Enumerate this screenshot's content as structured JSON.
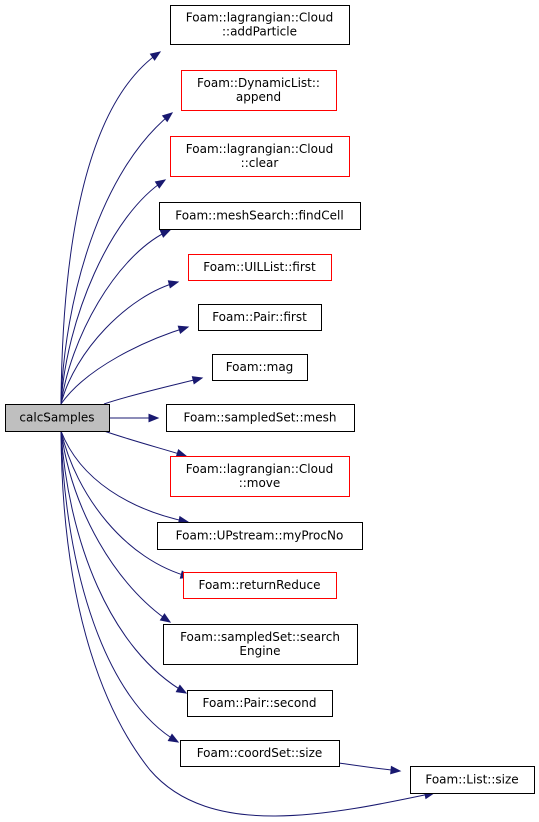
{
  "colors": {
    "edge": "#191970",
    "root_fill": "#bfbfbf",
    "node_fill": "#ffffff",
    "border_normal": "#000000",
    "border_truncated": "#ff0000"
  },
  "nodes": [
    {
      "id": "calcSamples",
      "lines": [
        "calcSamples"
      ],
      "style": "root"
    },
    {
      "id": "cloud-addParticle",
      "lines": [
        "Foam::lagrangian::Cloud",
        "::addParticle"
      ],
      "style": "normal"
    },
    {
      "id": "dynamiclist-append",
      "lines": [
        "Foam::DynamicList::",
        "append"
      ],
      "style": "truncated"
    },
    {
      "id": "cloud-clear",
      "lines": [
        "Foam::lagrangian::Cloud",
        "::clear"
      ],
      "style": "truncated"
    },
    {
      "id": "meshsearch-findcell",
      "lines": [
        "Foam::meshSearch::findCell"
      ],
      "style": "normal"
    },
    {
      "id": "uillist-first",
      "lines": [
        "Foam::UILList::first"
      ],
      "style": "truncated"
    },
    {
      "id": "pair-first",
      "lines": [
        "Foam::Pair::first"
      ],
      "style": "normal"
    },
    {
      "id": "mag",
      "lines": [
        "Foam::mag"
      ],
      "style": "normal"
    },
    {
      "id": "sampledset-mesh",
      "lines": [
        "Foam::sampledSet::mesh"
      ],
      "style": "normal"
    },
    {
      "id": "cloud-move",
      "lines": [
        "Foam::lagrangian::Cloud",
        "::move"
      ],
      "style": "truncated"
    },
    {
      "id": "upstream-myprocno",
      "lines": [
        "Foam::UPstream::myProcNo"
      ],
      "style": "normal"
    },
    {
      "id": "returnreduce",
      "lines": [
        "Foam::returnReduce"
      ],
      "style": "truncated"
    },
    {
      "id": "sampledset-searchengine",
      "lines": [
        "Foam::sampledSet::search",
        "Engine"
      ],
      "style": "normal"
    },
    {
      "id": "pair-second",
      "lines": [
        "Foam::Pair::second"
      ],
      "style": "normal"
    },
    {
      "id": "coordset-size",
      "lines": [
        "Foam::coordSet::size"
      ],
      "style": "normal"
    },
    {
      "id": "list-size",
      "lines": [
        "Foam::List::size"
      ],
      "style": "normal"
    }
  ],
  "edges": [
    {
      "from": "calcSamples",
      "to": "cloud-addParticle"
    },
    {
      "from": "calcSamples",
      "to": "dynamiclist-append"
    },
    {
      "from": "calcSamples",
      "to": "cloud-clear"
    },
    {
      "from": "calcSamples",
      "to": "meshsearch-findcell"
    },
    {
      "from": "calcSamples",
      "to": "uillist-first"
    },
    {
      "from": "calcSamples",
      "to": "pair-first"
    },
    {
      "from": "calcSamples",
      "to": "mag"
    },
    {
      "from": "calcSamples",
      "to": "sampledset-mesh"
    },
    {
      "from": "calcSamples",
      "to": "cloud-move"
    },
    {
      "from": "calcSamples",
      "to": "upstream-myprocno"
    },
    {
      "from": "calcSamples",
      "to": "returnreduce"
    },
    {
      "from": "calcSamples",
      "to": "sampledset-searchengine"
    },
    {
      "from": "calcSamples",
      "to": "pair-second"
    },
    {
      "from": "calcSamples",
      "to": "coordset-size"
    },
    {
      "from": "calcSamples",
      "to": "list-size"
    },
    {
      "from": "coordset-size",
      "to": "list-size"
    }
  ]
}
